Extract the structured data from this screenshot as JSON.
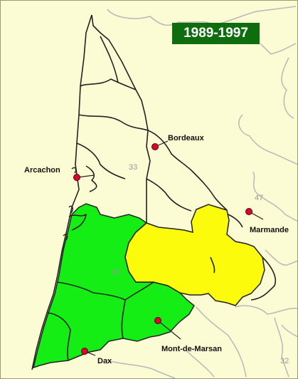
{
  "period": "1989-1997",
  "colors": {
    "background": "#fcfcd4",
    "period_badge": "#0e6e0e",
    "zone_green": "#14ee14",
    "zone_yellow": "#fbfb0b",
    "border": "#222222",
    "marker": "#d8062e",
    "dept_number": "#999999",
    "faint_roads": "#b8b8b8"
  },
  "cities": [
    {
      "name": "Bordeaux"
    },
    {
      "name": "Arcachon"
    },
    {
      "name": "Marmande"
    },
    {
      "name": "Mont-de-Marsan"
    },
    {
      "name": "Dax"
    }
  ],
  "departments": [
    {
      "number": "33"
    },
    {
      "number": "47"
    },
    {
      "number": "40"
    },
    {
      "number": "32"
    }
  ]
}
